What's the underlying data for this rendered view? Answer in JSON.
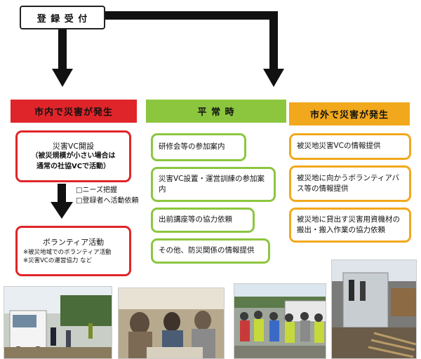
{
  "registration": {
    "label": "登 録 受 付"
  },
  "headers": {
    "city_disaster": "市内で災害が発生",
    "normal_times": "平 常 時",
    "outside_disaster": "市外で災害が発生"
  },
  "city": {
    "vc_open": {
      "title": "災害VC開設",
      "note1": "（被災規模が小さい場合は",
      "note2": "通常の社協VCで活動）"
    },
    "checklist": [
      "□ニーズ把握",
      "□登録者へ活動依頼"
    ],
    "volunteer": {
      "title": "ボランティア活動",
      "items": [
        "※被災地域でのボランティア活動",
        "※災害VCの運営協力 など"
      ]
    }
  },
  "normal_items": [
    "研修会等の参加案内",
    "災害VC設置・運営訓練の参加案内",
    "出前講座等の協力依頼",
    "その他、防災関係の情報提供"
  ],
  "outside_items": [
    "被災地災害VCの情報提供",
    "被災地に向かうボランティアバス等の情報提供",
    "被災地に貸出す災害用資機材の搬出・搬入作業の協力依頼"
  ],
  "colors": {
    "red": "#e0252a",
    "green": "#8cc63f",
    "orange": "#f2a81c"
  }
}
